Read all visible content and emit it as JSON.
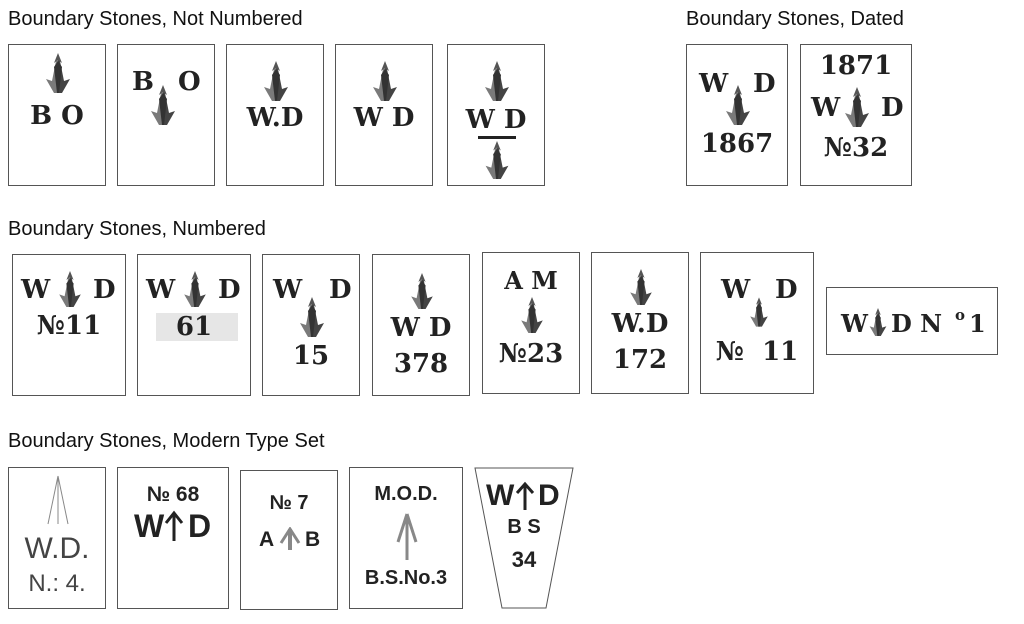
{
  "sections": {
    "not_numbered": "Boundary Stones, Not Numbered",
    "dated": "Boundary Stones, Dated",
    "numbered": "Boundary Stones, Numbered",
    "modern": "Boundary Stones, Modern Type Set"
  },
  "not_numbered": {
    "s1": {
      "text": "B O"
    },
    "s2": {
      "left": "B",
      "right": "O"
    },
    "s3": {
      "text": "W.D"
    },
    "s4": {
      "text": "W D"
    },
    "s5": {
      "text": "W D"
    }
  },
  "dated": {
    "s1": {
      "left": "W",
      "right": "D",
      "year": "1867"
    },
    "s2": {
      "year": "1871",
      "left": "W",
      "right": "D",
      "num": "№32"
    }
  },
  "numbered": {
    "s1": {
      "left": "W",
      "right": "D",
      "num": "№11"
    },
    "s2": {
      "left": "W",
      "right": "D",
      "num": "61"
    },
    "s3": {
      "left": "W",
      "right": "D",
      "num": "15"
    },
    "s4": {
      "text": "W D",
      "num": "378"
    },
    "s5": {
      "top": "A M",
      "num": "№23"
    },
    "s6": {
      "text": "W.D",
      "num": "172"
    },
    "s7": {
      "left": "W",
      "right": "D",
      "num": "№  11"
    },
    "s8": {
      "left": "W",
      "right": "D N",
      "sup": "o",
      "num": "1"
    }
  },
  "modern": {
    "s1": {
      "line1": "W.D.",
      "line2": "N.: 4."
    },
    "s2": {
      "top": "№ 68",
      "left": "W",
      "right": "D"
    },
    "s3": {
      "top": "№ 7",
      "left": "A",
      "right": "B"
    },
    "s4": {
      "top": "M.O.D.",
      "bottom": "B.S.No.3"
    },
    "s5": {
      "left": "W",
      "right": "D",
      "mid": "B S",
      "num": "34"
    }
  }
}
